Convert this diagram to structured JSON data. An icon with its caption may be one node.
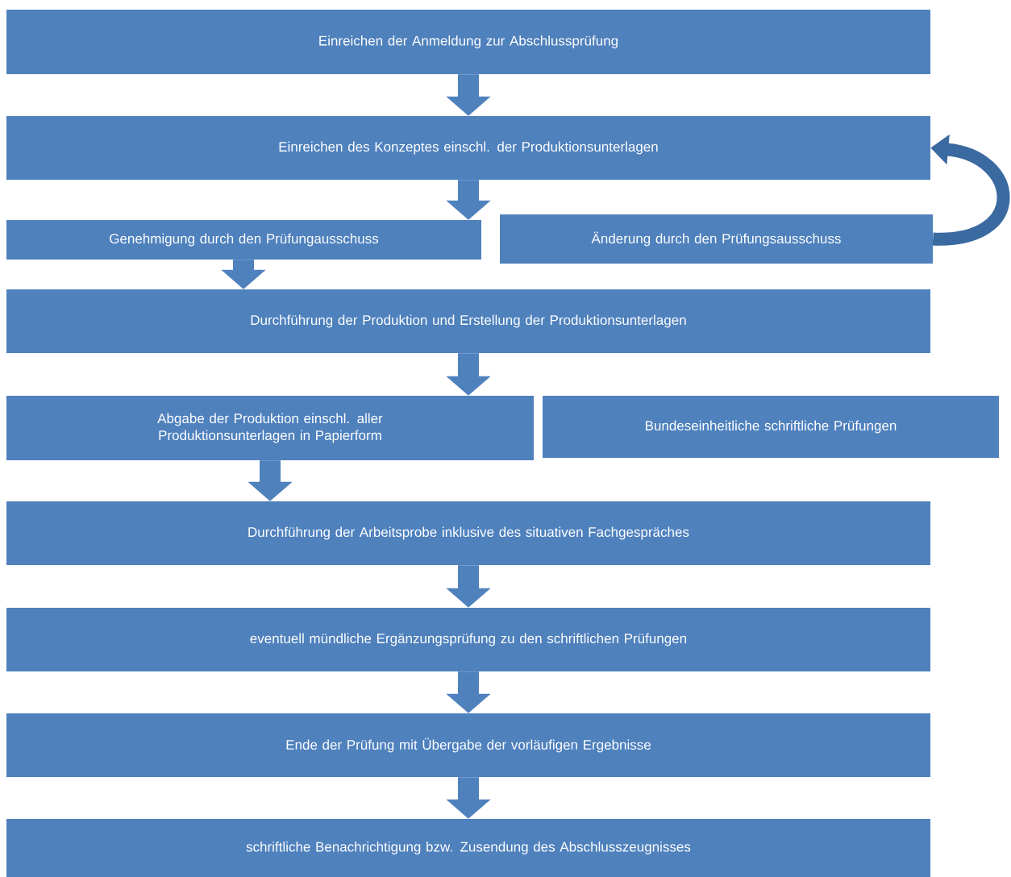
{
  "diagram": {
    "nodes": [
      {
        "text": [
          "Einreichen der Anmeldung zur Abschlussprüfung"
        ]
      },
      {
        "text": [
          "Einreichen des Konzeptes einschl. der Produktionsunterlagen"
        ]
      },
      {
        "text": [
          "Genehmigung durch den Prüfungausschuss"
        ]
      },
      {
        "text": [
          "Änderung durch den Prüfungsausschuss"
        ]
      },
      {
        "text": [
          "Durchführung der Produktion und Erstellung der Produktionsunterlagen"
        ]
      },
      {
        "text": [
          "Abgabe der Produktion einschl. aller Produktionsunterlagen in Papierform"
        ]
      },
      {
        "text": [
          "Bundeseinheitliche schriftliche Prüfungen"
        ]
      },
      {
        "text": [
          "Durchführung der Arbeitsprobe inklusive des situativen Fachgespräches"
        ]
      },
      {
        "text": [
          "eventuell mündliche Ergänzungsprüfung zu den schriftlichen Prüfungen"
        ]
      },
      {
        "text": [
          "Ende der Prüfung mit Übergabe der vorläufigen Ergebnisse"
        ]
      },
      {
        "text": [
          "schriftliche Benachrichtigung bzw. Zusendung des Abschlusszeugnisses"
        ]
      }
    ],
    "edges": [
      {
        "from": 0,
        "to": 1,
        "arrow": "to"
      },
      {
        "from": 1,
        "to": 2,
        "arrow": "to"
      },
      {
        "from": 2,
        "to": 4,
        "arrow": "to"
      },
      {
        "from": 3,
        "to": 1,
        "arrow": "to"
      },
      {
        "from": 4,
        "to": 5,
        "arrow": "to"
      },
      {
        "from": 5,
        "to": 7,
        "arrow": "to"
      },
      {
        "from": 7,
        "to": 8,
        "arrow": "to"
      },
      {
        "from": 8,
        "to": 9,
        "arrow": "to"
      },
      {
        "from": 9,
        "to": 10,
        "arrow": "to"
      }
    ]
  }
}
